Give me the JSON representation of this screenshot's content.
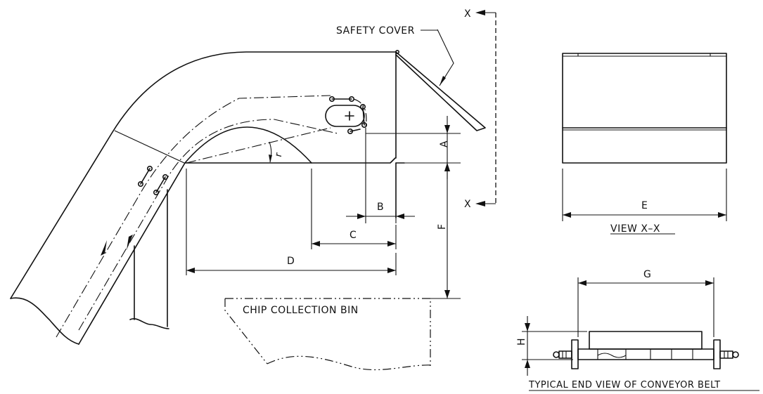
{
  "labels": {
    "safety_cover": "SAFETY COVER",
    "chip_collection_bin": "CHIP COLLECTION BIN",
    "view_xx": "VIEW X–X",
    "typical_end_view": "TYPICAL END VIEW OF CONVEYOR BELT",
    "section_x_top": "X",
    "section_x_bottom": "X"
  },
  "dimensions": {
    "a": "A",
    "b": "B",
    "c": "C",
    "d": "D",
    "e": "E",
    "f": "F",
    "g": "G",
    "h": "H",
    "angle": "r"
  }
}
